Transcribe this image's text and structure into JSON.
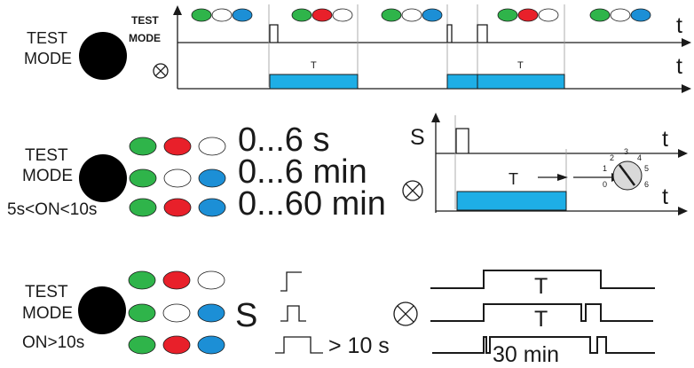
{
  "colors": {
    "green": "#2fb44a",
    "red": "#e8202a",
    "blue": "#1c8fd6",
    "white": "#ffffff",
    "bar": "#1eaee6",
    "ink": "#1a1a1a"
  },
  "section1": {
    "mode_label_line1": "TEST",
    "mode_label_line2": "MODE",
    "chart_label_line1": "TEST",
    "chart_label_line2": "MODE",
    "axis_t": "t",
    "period_T_1": "T",
    "period_T_2": "T",
    "led_groups": [
      [
        "green",
        "white",
        "blue"
      ],
      [
        "green",
        "red",
        "white"
      ],
      [
        "green",
        "white",
        "blue"
      ],
      [
        "green",
        "red",
        "white"
      ],
      [
        "green",
        "white",
        "blue"
      ]
    ]
  },
  "section2": {
    "label_line1": "TEST",
    "label_line2": "MODE",
    "label_line3": "5s<ON<10s",
    "rows": [
      {
        "leds": [
          "green",
          "red",
          "white"
        ],
        "range": "0...6 s"
      },
      {
        "leds": [
          "green",
          "white",
          "blue"
        ],
        "range": "0...6 min"
      },
      {
        "leds": [
          "green",
          "red",
          "blue"
        ],
        "range": "0...60 min"
      }
    ],
    "axis_S": "S",
    "axis_t": "t",
    "period_T": "T",
    "dial_labels": [
      "0",
      "1",
      "2",
      "3",
      "4",
      "5",
      "6"
    ]
  },
  "section3": {
    "label_line1": "TEST",
    "label_line2": "MODE",
    "label_line3": "ON>10s",
    "led_rows": [
      [
        "green",
        "red",
        "white"
      ],
      [
        "green",
        "white",
        "blue"
      ],
      [
        "green",
        "red",
        "blue"
      ]
    ],
    "S_label": "S",
    "gt_text": "> 10 s",
    "period_T_1": "T",
    "period_T_2": "T",
    "period_30min": "30 min"
  },
  "icons": {
    "button": "black-circle-button-icon",
    "lamp": "lamp-cross-circle-icon",
    "dial": "rotary-dial-icon"
  }
}
